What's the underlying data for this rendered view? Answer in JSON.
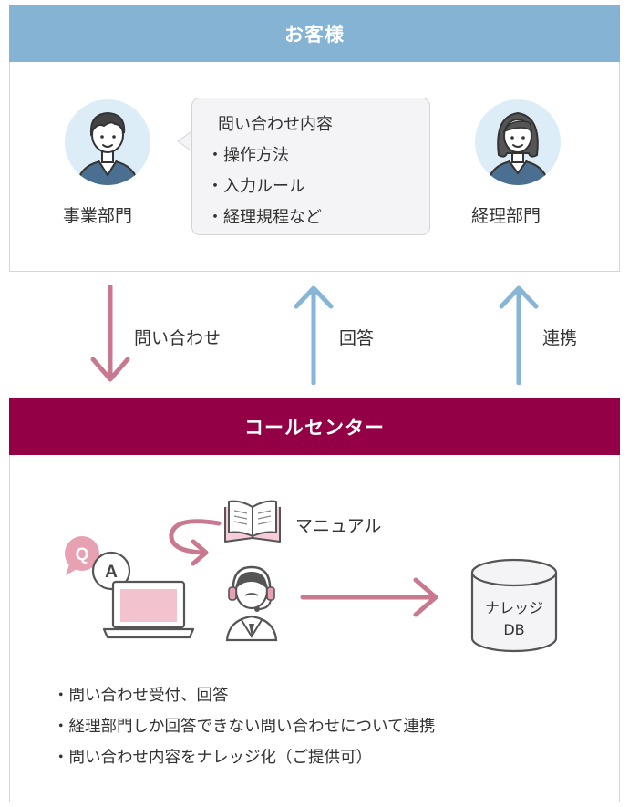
{
  "colors": {
    "customer_header": "#84b3d3",
    "callcenter_header": "#930045",
    "arrow_pink": "#c8798f",
    "arrow_blue": "#86b5d6",
    "avatar_bg": "#dcedf8",
    "laptop_screen": "#f2c2cf",
    "book_fill": "#f5ccd7"
  },
  "customer": {
    "title": "お客様",
    "left_person_label": "事業部門",
    "right_person_label": "経理部門",
    "bubble": {
      "heading": "問い合わせ内容",
      "items": [
        "・操作方法",
        "・入力ルール",
        "・経理規程など"
      ]
    }
  },
  "flows": {
    "inquiry_label": "問い合わせ",
    "answer_label": "回答",
    "link_label": "連携"
  },
  "callcenter": {
    "title": "コールセンター",
    "manual_label": "マニュアル",
    "qa_q": "Q",
    "qa_a": "A",
    "db_line1": "ナレッジ",
    "db_line2": "DB",
    "bullets": [
      "・問い合わせ受付、回答",
      "・経理部門しか回答できない問い合わせについて連携",
      "・問い合わせ内容をナレッジ化（ご提供可）"
    ]
  },
  "icons": {
    "left_person": "business-person-icon",
    "right_person": "accounting-person-icon",
    "laptop": "laptop-icon",
    "operator": "headset-operator-icon",
    "manual": "open-book-icon",
    "database": "database-icon"
  }
}
